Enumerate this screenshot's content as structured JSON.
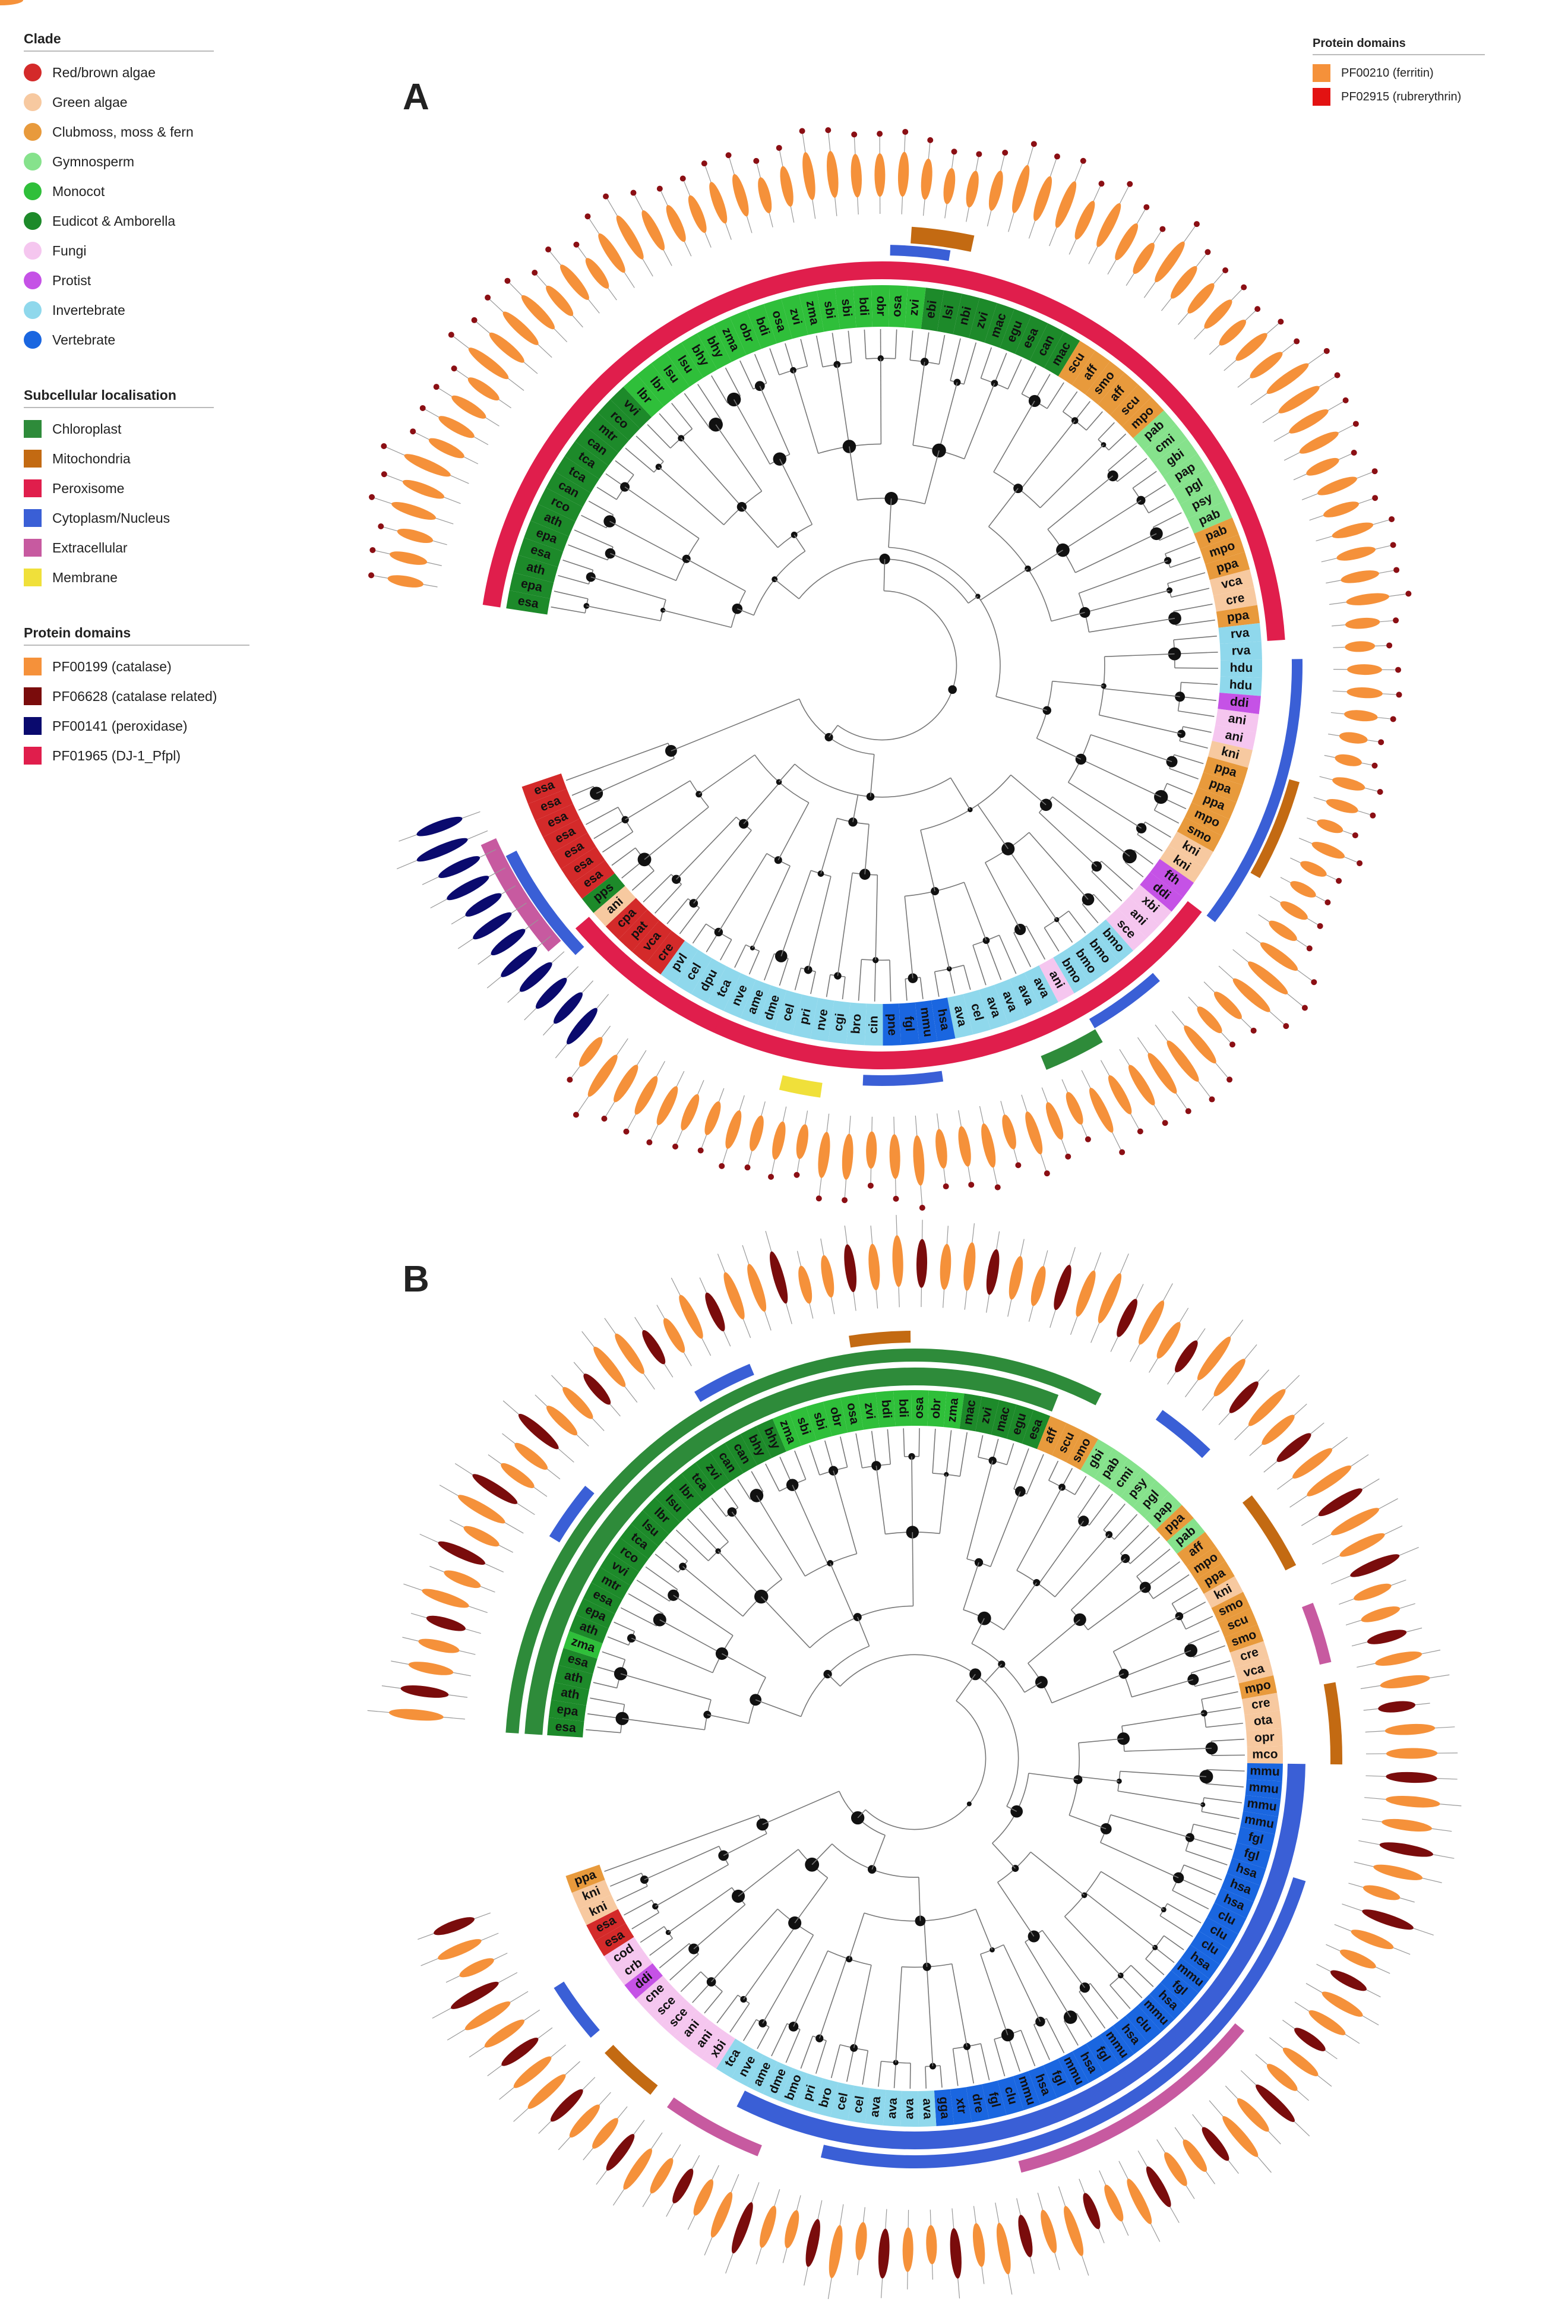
{
  "panel_labels": {
    "a": "A",
    "b": "B"
  },
  "clade_legend": {
    "title": "Clade",
    "items": [
      {
        "label": "Red/brown algae",
        "color": "#d42a2a"
      },
      {
        "label": "Green algae",
        "color": "#f7c9a0"
      },
      {
        "label": "Clubmoss, moss & fern",
        "color": "#e89a3c"
      },
      {
        "label": "Gymnosperm",
        "color": "#86e28c"
      },
      {
        "label": "Monocot",
        "color": "#2fbf3a"
      },
      {
        "label": "Eudicot & Amborella",
        "color": "#1d8a2a"
      },
      {
        "label": "Fungi",
        "color": "#f5c6ef"
      },
      {
        "label": "Protist",
        "color": "#c552e6"
      },
      {
        "label": "Invertebrate",
        "color": "#8fd8ec"
      },
      {
        "label": "Vertebrate",
        "color": "#1a66e0"
      }
    ]
  },
  "localisation_legend": {
    "title": "Subcellular localisation",
    "items": [
      {
        "label": "Chloroplast",
        "color": "#2e8b3a"
      },
      {
        "label": "Mitochondria",
        "color": "#c36a12"
      },
      {
        "label": "Peroxisome",
        "color": "#e01e4c"
      },
      {
        "label": "Cytoplasm/Nucleus",
        "color": "#3a5fd6"
      },
      {
        "label": "Extracellular",
        "color": "#c75aa0"
      },
      {
        "label": "Membrane",
        "color": "#f0e03a"
      }
    ]
  },
  "domain_legend_left": {
    "title": "Protein domains",
    "items": [
      {
        "label": "PF00199 (catalase)",
        "color": "#f5913a"
      },
      {
        "label": "PF06628 (catalase related)",
        "color": "#7a0c0c"
      },
      {
        "label": "PF00141 (peroxidase)",
        "color": "#0a0a6e"
      },
      {
        "label": "PF01965 (DJ-1_Pfpl)",
        "color": "#e01e4c"
      }
    ]
  },
  "domain_legend_right": {
    "title": "Protein domains",
    "items": [
      {
        "label": "PF00210 (ferritin)",
        "color": "#f5913a"
      },
      {
        "label": "PF02915 (rubrerythrin)",
        "color": "#e31212"
      }
    ]
  },
  "tree_a": {
    "leaves": [
      "esa",
      "epa",
      "ath",
      "esa",
      "epa",
      "ath",
      "rco",
      "can",
      "tca",
      "tca",
      "can",
      "mtr",
      "rco",
      "vvi",
      "lbr",
      "lbr",
      "lsu",
      "lsu",
      "bhy",
      "bhy",
      "zma",
      "obr",
      "bdi",
      "osa",
      "zvi",
      "zma",
      "sbi",
      "sbi",
      "bdi",
      "obr",
      "osa",
      "zvi",
      "ebi",
      "lsi",
      "nbi",
      "zvi",
      "mac",
      "egu",
      "esa",
      "can",
      "mac",
      "scu",
      "aff",
      "smo",
      "aff",
      "scu",
      "mpo",
      "pab",
      "cmi",
      "gbi",
      "pap",
      "pgl",
      "psy",
      "pab",
      "pab",
      "mpo",
      "ppa",
      "vca",
      "cre",
      "ppa",
      "rva",
      "rva",
      "hdu",
      "hdu",
      "ddi",
      "ani",
      "ani",
      "kni",
      "ppa",
      "ppa",
      "ppa",
      "mpo",
      "smo",
      "kni",
      "kni",
      "fth",
      "ddi",
      "xbi",
      "ani",
      "sce",
      "bmo",
      "bmo",
      "bmo",
      "bmo",
      "ani",
      "ava",
      "ava",
      "ava",
      "ava",
      "cel",
      "ava",
      "hsa",
      "mmu",
      "fgl",
      "pne",
      "cin",
      "bro",
      "cgi",
      "nve",
      "pri",
      "cel",
      "dme",
      "ame",
      "nve",
      "tca",
      "dpu",
      "cel",
      "pvl",
      "cre",
      "vca",
      "pat",
      "cpa",
      "ani",
      "pps",
      "esa",
      "esa",
      "esa",
      "esa",
      "esa",
      "esa",
      "esa"
    ],
    "clades": [
      "Eudicot & Amborella",
      "Eudicot & Amborella",
      "Eudicot & Amborella",
      "Eudicot & Amborella",
      "Eudicot & Amborella",
      "Eudicot & Amborella",
      "Eudicot & Amborella",
      "Eudicot & Amborella",
      "Eudicot & Amborella",
      "Eudicot & Amborella",
      "Eudicot & Amborella",
      "Eudicot & Amborella",
      "Eudicot & Amborella",
      "Eudicot & Amborella",
      "Monocot",
      "Monocot",
      "Monocot",
      "Monocot",
      "Monocot",
      "Monocot",
      "Monocot",
      "Monocot",
      "Monocot",
      "Monocot",
      "Monocot",
      "Monocot",
      "Monocot",
      "Monocot",
      "Monocot",
      "Monocot",
      "Monocot",
      "Monocot",
      "Eudicot & Amborella",
      "Eudicot & Amborella",
      "Eudicot & Amborella",
      "Eudicot & Amborella",
      "Eudicot & Amborella",
      "Eudicot & Amborella",
      "Eudicot & Amborella",
      "Eudicot & Amborella",
      "Eudicot & Amborella",
      "Clubmoss, moss & fern",
      "Clubmoss, moss & fern",
      "Clubmoss, moss & fern",
      "Clubmoss, moss & fern",
      "Clubmoss, moss & fern",
      "Clubmoss, moss & fern",
      "Gymnosperm",
      "Gymnosperm",
      "Gymnosperm",
      "Gymnosperm",
      "Gymnosperm",
      "Gymnosperm",
      "Gymnosperm",
      "Clubmoss, moss & fern",
      "Clubmoss, moss & fern",
      "Clubmoss, moss & fern",
      "Green algae",
      "Green algae",
      "Clubmoss, moss & fern",
      "Invertebrate",
      "Invertebrate",
      "Invertebrate",
      "Invertebrate",
      "Protist",
      "Fungi",
      "Fungi",
      "Green algae",
      "Clubmoss, moss & fern",
      "Clubmoss, moss & fern",
      "Clubmoss, moss & fern",
      "Clubmoss, moss & fern",
      "Clubmoss, moss & fern",
      "Green algae",
      "Green algae",
      "Protist",
      "Protist",
      "Fungi",
      "Fungi",
      "Fungi",
      "Invertebrate",
      "Invertebrate",
      "Invertebrate",
      "Invertebrate",
      "Fungi",
      "Invertebrate",
      "Invertebrate",
      "Invertebrate",
      "Invertebrate",
      "Invertebrate",
      "Invertebrate",
      "Vertebrate",
      "Vertebrate",
      "Vertebrate",
      "Vertebrate",
      "Invertebrate",
      "Invertebrate",
      "Invertebrate",
      "Invertebrate",
      "Invertebrate",
      "Invertebrate",
      "Invertebrate",
      "Invertebrate",
      "Invertebrate",
      "Invertebrate",
      "Invertebrate",
      "Invertebrate",
      "Invertebrate",
      "Red/brown algae",
      "Red/brown algae",
      "Red/brown algae",
      "Red/brown algae",
      "Green algae",
      "Eudicot & Amborella",
      "Red/brown algae",
      "Red/brown algae",
      "Red/brown algae",
      "Red/brown algae",
      "Red/brown algae",
      "Red/brown algae",
      "Red/brown algae"
    ]
  },
  "tree_b": {
    "leaves": [
      "esa",
      "epa",
      "ath",
      "ath",
      "esa",
      "zma",
      "ath",
      "epa",
      "esa",
      "mtr",
      "vvi",
      "rco",
      "tca",
      "lsu",
      "lbr",
      "lsu",
      "lbr",
      "tca",
      "zvi",
      "can",
      "can",
      "bhy",
      "bhy",
      "zma",
      "sbi",
      "sbi",
      "obr",
      "osa",
      "zvi",
      "bdi",
      "bdi",
      "osa",
      "obr",
      "zma",
      "mac",
      "zvi",
      "mac",
      "egu",
      "esa",
      "aff",
      "scu",
      "smo",
      "gbi",
      "pab",
      "cmi",
      "psy",
      "pgl",
      "pap",
      "ppa",
      "pab",
      "aff",
      "mpo",
      "ppa",
      "kni",
      "smo",
      "scu",
      "smo",
      "cre",
      "vca",
      "mpo",
      "cre",
      "ota",
      "opr",
      "mco",
      "mmu",
      "mmu",
      "mmu",
      "mmu",
      "fgl",
      "fgl",
      "hsa",
      "hsa",
      "hsa",
      "clu",
      "clu",
      "clu",
      "hsa",
      "mmu",
      "fgl",
      "hsa",
      "mmu",
      "clu",
      "hsa",
      "mmu",
      "fgl",
      "hsa",
      "mmu",
      "fgl",
      "hsa",
      "mmu",
      "clu",
      "fgl",
      "dre",
      "xtr",
      "gga",
      "ava",
      "ava",
      "ava",
      "ava",
      "cel",
      "cel",
      "bro",
      "pri",
      "bmo",
      "dme",
      "ame",
      "nve",
      "tca",
      "xbi",
      "ani",
      "ani",
      "sce",
      "sce",
      "cne",
      "ddi",
      "crb",
      "cod",
      "esa",
      "esa",
      "kni",
      "kni",
      "ppa"
    ],
    "clades": [
      "Eudicot & Amborella",
      "Eudicot & Amborella",
      "Eudicot & Amborella",
      "Eudicot & Amborella",
      "Eudicot & Amborella",
      "Monocot",
      "Eudicot & Amborella",
      "Eudicot & Amborella",
      "Eudicot & Amborella",
      "Eudicot & Amborella",
      "Eudicot & Amborella",
      "Eudicot & Amborella",
      "Eudicot & Amborella",
      "Eudicot & Amborella",
      "Eudicot & Amborella",
      "Eudicot & Amborella",
      "Eudicot & Amborella",
      "Eudicot & Amborella",
      "Eudicot & Amborella",
      "Eudicot & Amborella",
      "Eudicot & Amborella",
      "Eudicot & Amborella",
      "Eudicot & Amborella",
      "Monocot",
      "Monocot",
      "Monocot",
      "Monocot",
      "Monocot",
      "Monocot",
      "Monocot",
      "Monocot",
      "Monocot",
      "Monocot",
      "Monocot",
      "Eudicot & Amborella",
      "Eudicot & Amborella",
      "Eudicot & Amborella",
      "Eudicot & Amborella",
      "Eudicot & Amborella",
      "Clubmoss, moss & fern",
      "Clubmoss, moss & fern",
      "Clubmoss, moss & fern",
      "Gymnosperm",
      "Gymnosperm",
      "Gymnosperm",
      "Gymnosperm",
      "Gymnosperm",
      "Gymnosperm",
      "Clubmoss, moss & fern",
      "Gymnosperm",
      "Clubmoss, moss & fern",
      "Clubmoss, moss & fern",
      "Clubmoss, moss & fern",
      "Green algae",
      "Clubmoss, moss & fern",
      "Clubmoss, moss & fern",
      "Clubmoss, moss & fern",
      "Green algae",
      "Green algae",
      "Clubmoss, moss & fern",
      "Green algae",
      "Green algae",
      "Green algae",
      "Green algae",
      "Vertebrate",
      "Vertebrate",
      "Vertebrate",
      "Vertebrate",
      "Vertebrate",
      "Vertebrate",
      "Vertebrate",
      "Vertebrate",
      "Vertebrate",
      "Vertebrate",
      "Vertebrate",
      "Vertebrate",
      "Vertebrate",
      "Vertebrate",
      "Vertebrate",
      "Vertebrate",
      "Vertebrate",
      "Vertebrate",
      "Vertebrate",
      "Vertebrate",
      "Vertebrate",
      "Vertebrate",
      "Vertebrate",
      "Vertebrate",
      "Vertebrate",
      "Vertebrate",
      "Vertebrate",
      "Vertebrate",
      "Vertebrate",
      "Vertebrate",
      "Vertebrate",
      "Invertebrate",
      "Invertebrate",
      "Invertebrate",
      "Invertebrate",
      "Invertebrate",
      "Invertebrate",
      "Invertebrate",
      "Invertebrate",
      "Invertebrate",
      "Invertebrate",
      "Invertebrate",
      "Invertebrate",
      "Invertebrate",
      "Fungi",
      "Fungi",
      "Fungi",
      "Fungi",
      "Fungi",
      "Fungi",
      "Protist",
      "Fungi",
      "Fungi",
      "Red/brown algae",
      "Red/brown algae",
      "Green algae",
      "Green algae",
      "Clubmoss, moss & fern"
    ]
  }
}
